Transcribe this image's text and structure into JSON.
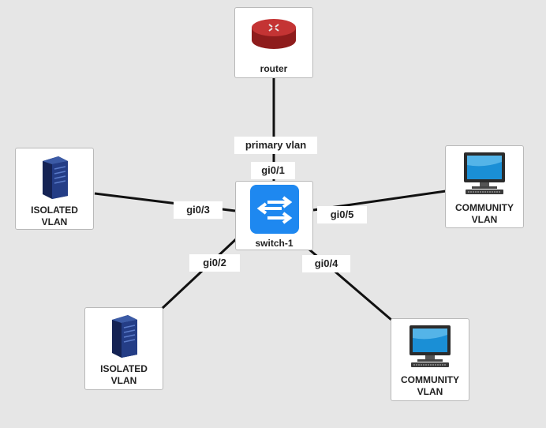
{
  "nodes": {
    "router": {
      "label": "router",
      "icon": "router-icon"
    },
    "switch": {
      "label": "switch-1",
      "icon": "switch-icon"
    },
    "isolated_top": {
      "label_line1": "ISOLATED",
      "label_line2": "VLAN",
      "icon": "server-icon"
    },
    "isolated_bottom": {
      "label_line1": "ISOLATED",
      "label_line2": "VLAN",
      "icon": "server-icon"
    },
    "community_top": {
      "label_line1": "COMMUNITY",
      "label_line2": "VLAN",
      "icon": "monitor-icon"
    },
    "community_bottom": {
      "label_line1": "COMMUNITY",
      "label_line2": "VLAN",
      "icon": "monitor-icon"
    }
  },
  "links": [
    {
      "from": "router",
      "to": "switch",
      "labels": [
        "primary vlan",
        "gi0/1"
      ]
    },
    {
      "from": "switch",
      "to": "isolated_top",
      "labels": [
        "gi0/3"
      ]
    },
    {
      "from": "switch",
      "to": "isolated_bottom",
      "labels": [
        "gi0/2"
      ]
    },
    {
      "from": "switch",
      "to": "community_top",
      "labels": [
        "gi0/5"
      ]
    },
    {
      "from": "switch",
      "to": "community_bottom",
      "labels": [
        "gi0/4"
      ]
    }
  ],
  "colors": {
    "background": "#e6e6e6",
    "router": "#b52a2a",
    "switch": "#1e88f0",
    "server": "#1c2f6e",
    "monitor_screen": "#1a8fd6",
    "link": "#111111"
  }
}
